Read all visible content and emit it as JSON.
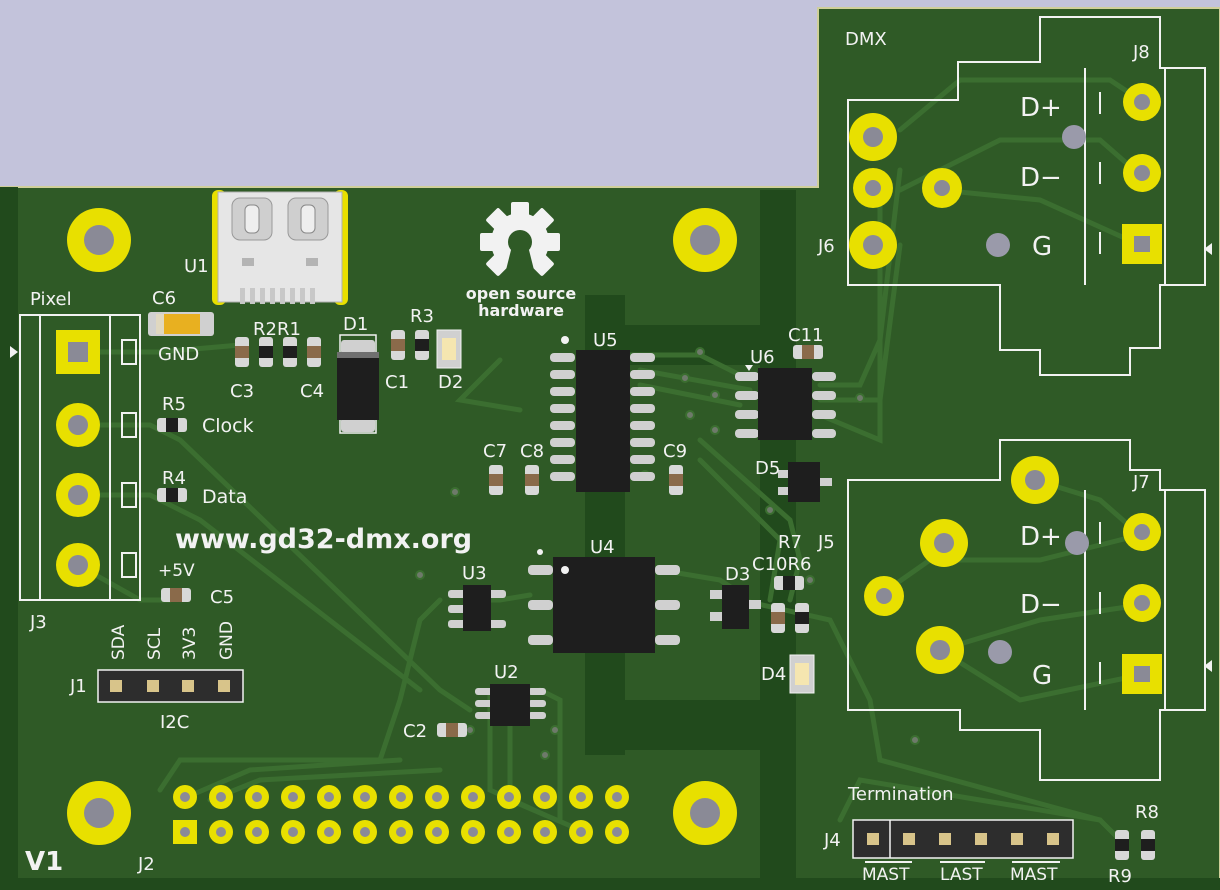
{
  "board": {
    "url_text": "www.gd32-dmx.org",
    "version": "V1",
    "oshw_logo_text": [
      "open source",
      "hardware"
    ]
  },
  "section_labels": {
    "pixel": "Pixel",
    "dmx": "DMX",
    "termination": "Termination",
    "i2c": "I2C"
  },
  "pin_labels": {
    "gnd_c6": "GND",
    "clock": "Clock",
    "data": "Data",
    "plus5v": "+5V",
    "i2c": [
      "SDA",
      "SCL",
      "3V3",
      "GND"
    ],
    "termination": [
      "MAST",
      "LAST",
      "MAST"
    ],
    "dmx_j8": [
      "D+",
      "D−",
      "G"
    ],
    "dmx_j7": [
      "D+",
      "D−",
      "G"
    ]
  },
  "refdes": {
    "U1": "U1",
    "U2": "U2",
    "U3": "U3",
    "U4": "U4",
    "U5": "U5",
    "U6": "U6",
    "J1": "J1",
    "J2": "J2",
    "J3": "J3",
    "J4": "J4",
    "J5": "J5",
    "J6": "J6",
    "J7": "J7",
    "J8": "J8",
    "C1": "C1",
    "C2": "C2",
    "C3": "C3",
    "C4": "C4",
    "C5": "C5",
    "C6": "C6",
    "C7": "C7",
    "C8": "C8",
    "C9": "C9",
    "C10R6": "C10R6",
    "C11": "C11",
    "R1": "R1",
    "R2": "R2",
    "R2R1": "R2R1",
    "R3": "R3",
    "R4": "R4",
    "R5": "R5",
    "R7": "R7",
    "R8": "R8",
    "R9": "R9",
    "D1": "D1",
    "D2": "D2",
    "D3": "D3",
    "D4": "D4",
    "D5": "D5"
  },
  "colors": {
    "background": "#c3c3db",
    "board": "#2f5a26",
    "copper": "#2a5223",
    "ground_pour": "#1f4a1c",
    "pad_gold": "#e8e000",
    "silkscreen": "#f2f2f2",
    "ic_body": "#1e1e1e"
  }
}
